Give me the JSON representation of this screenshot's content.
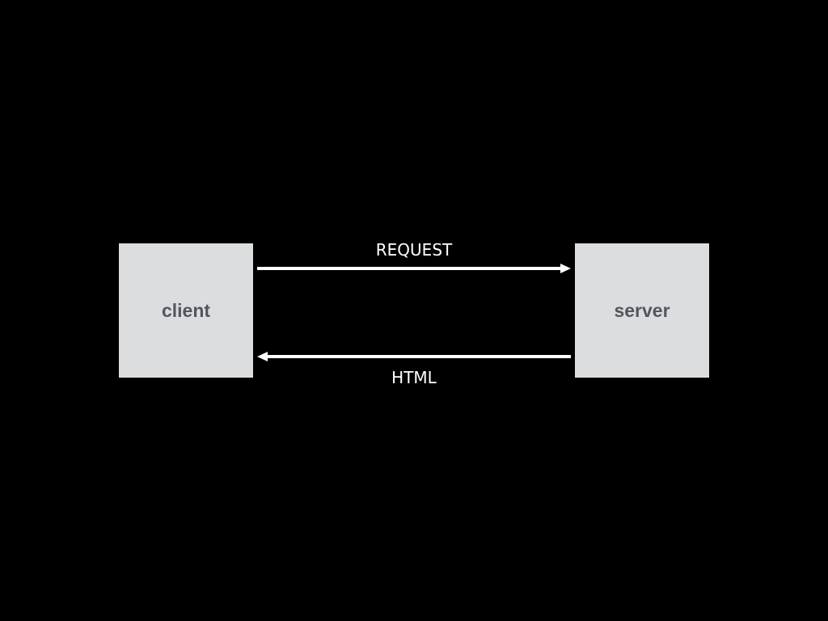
{
  "diagram": {
    "background": "#000000",
    "node_fill": "#dcdddf",
    "node_text_color": "#53565e",
    "arrow_color": "#ffffff",
    "label_color": "#ffffff",
    "nodes": {
      "client": "client",
      "server": "server"
    },
    "edges": {
      "request_label": "REQUEST",
      "response_label": "HTML"
    }
  }
}
